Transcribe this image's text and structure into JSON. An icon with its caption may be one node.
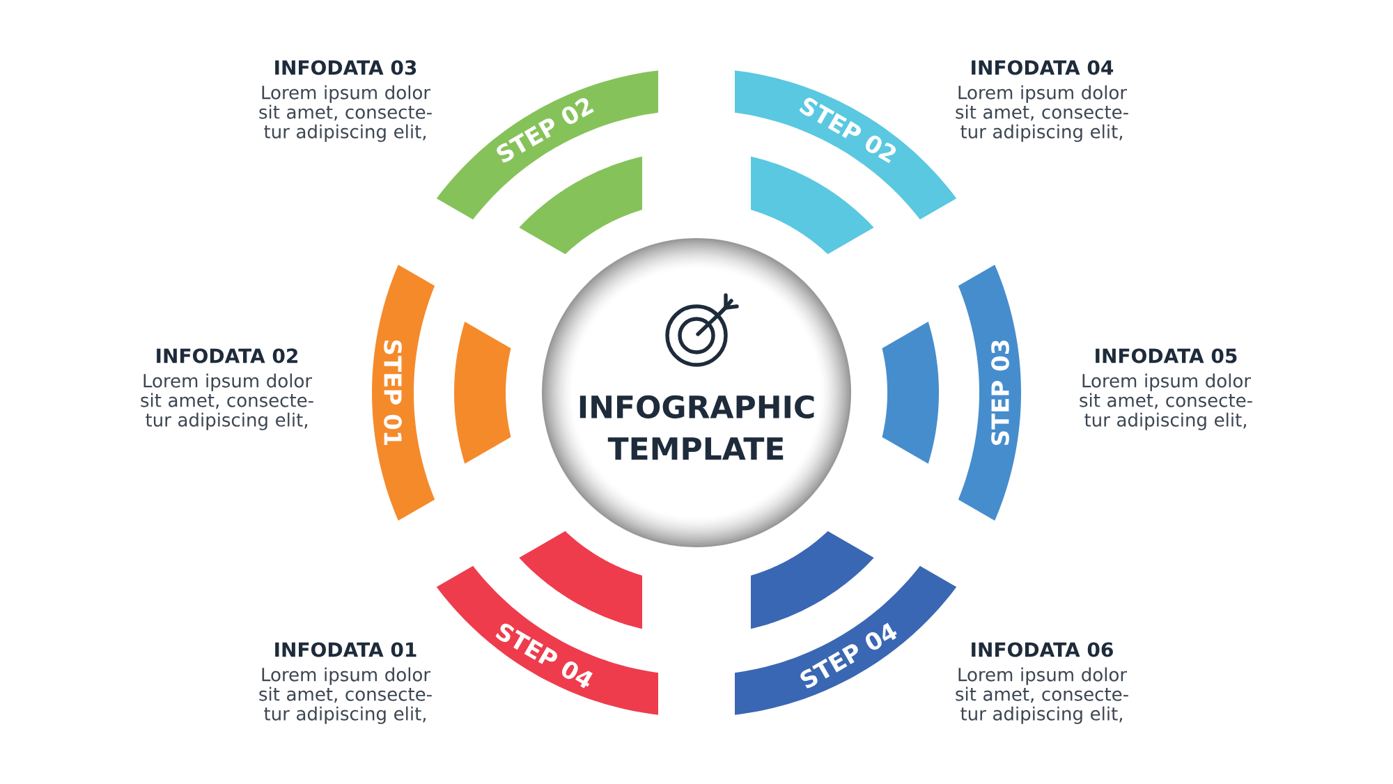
{
  "diagram": {
    "nodes": [
      {
        "text": [
          "STEP 02"
        ],
        "beside": [
          "INFODATA 03",
          "Lorem ipsum dolor sit amet, consecte- tur adipiscing elit,"
        ]
      },
      {
        "text": [
          "STEP 02"
        ],
        "beside": [
          "INFODATA 04",
          "Lorem ipsum dolor sit amet, consecte- tur adipiscing elit,"
        ]
      },
      {
        "text": [],
        "shape": "arc"
      },
      {
        "text": [],
        "shape": "arc"
      },
      {
        "text": [
          "STEP 01"
        ],
        "beside": [
          "INFODATA 02",
          "Lorem ipsum dolor sit amet, consecte- tur adipiscing elit,"
        ]
      },
      {
        "text": [],
        "shape": "arc"
      },
      {
        "text": [
          "INFOGRAPHIC TEMPLATE"
        ]
      },
      {
        "text": [],
        "shape": "arc"
      },
      {
        "text": [
          "STEP 03"
        ],
        "beside": [
          "INFODATA 05",
          "Lorem ipsum dolor sit amet, consecte- tur adipiscing elit,"
        ]
      },
      {
        "text": [],
        "shape": "arc"
      },
      {
        "text": [],
        "shape": "arc"
      },
      {
        "text": [
          "STEP 04"
        ],
        "beside": [
          "INFODATA 01",
          "Lorem ipsum dolor sit amet, consecte- tur adipiscing elit,"
        ]
      },
      {
        "text": [
          "STEP 04"
        ],
        "beside": [
          "INFODATA 06",
          "Lorem ipsum dolor sit amet, consecte- tur adipiscing elit,"
        ]
      }
    ]
  }
}
